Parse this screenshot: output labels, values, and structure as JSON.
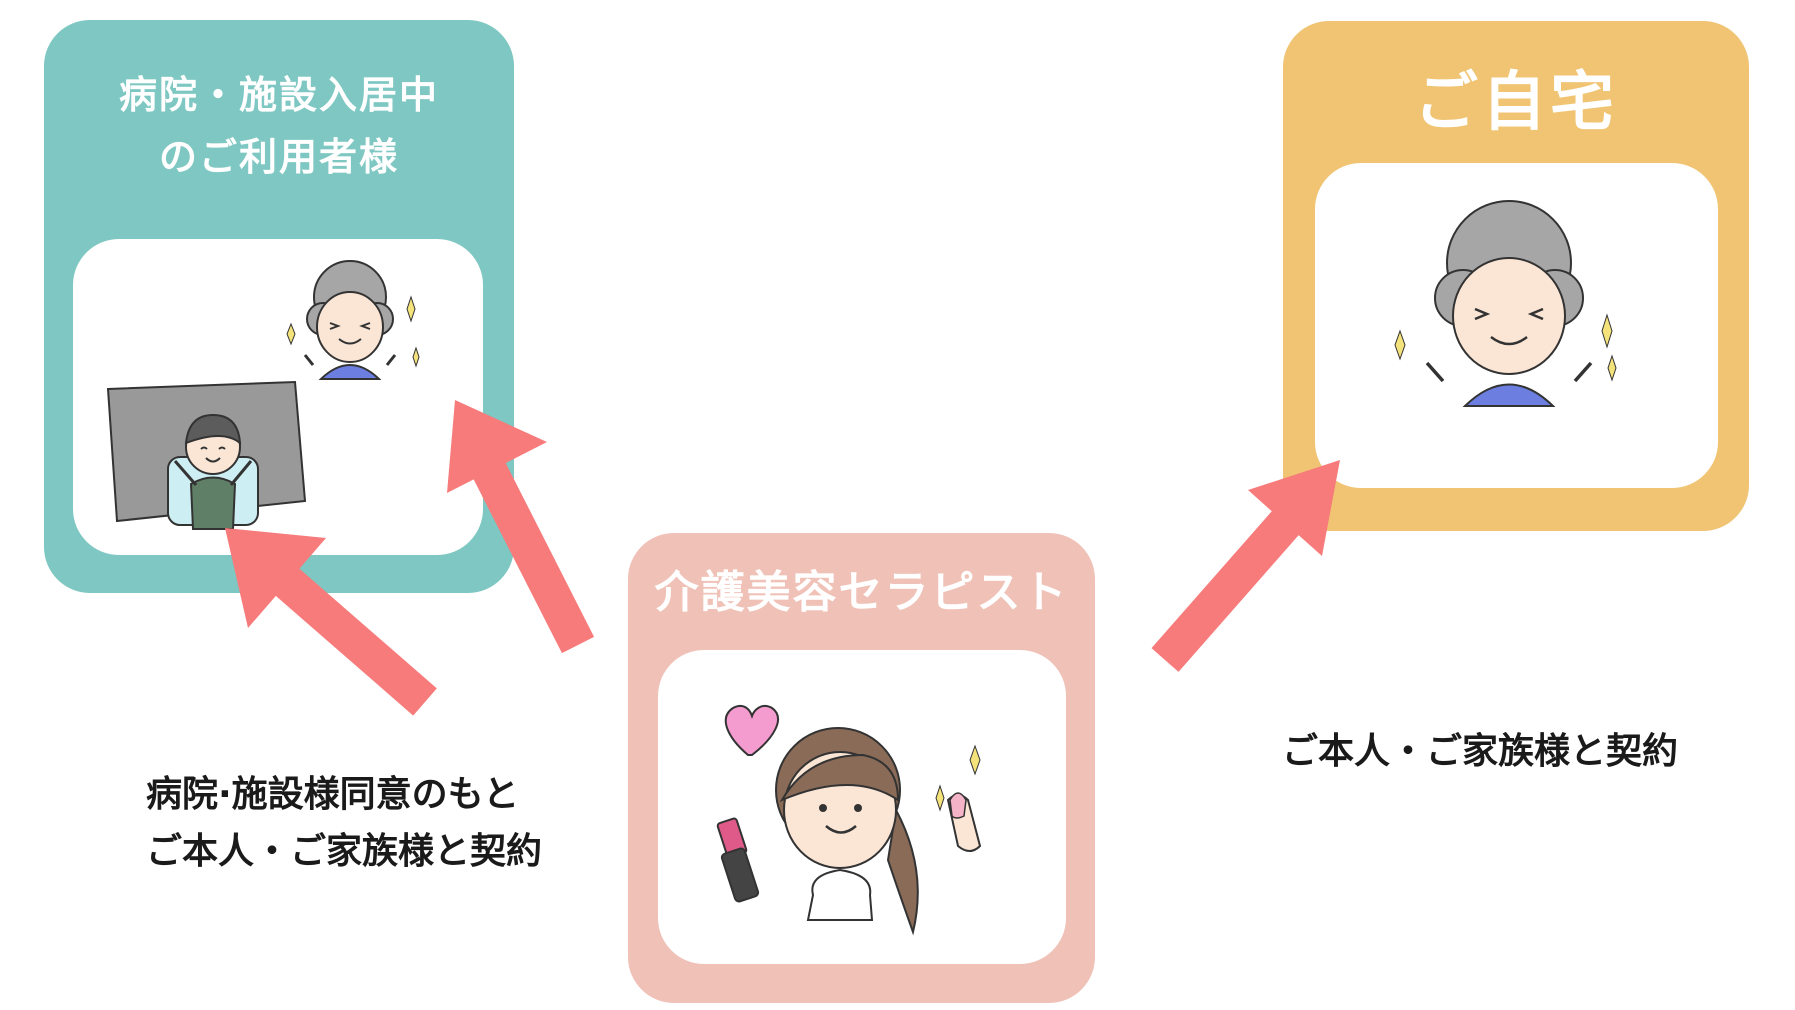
{
  "facility": {
    "title_line1": "病院・施設入居中",
    "title_line2": "のご利用者様",
    "color": "#7ec7c2"
  },
  "home": {
    "title": "ご自宅",
    "color": "#f0c473"
  },
  "therapist": {
    "title": "介護美容セラピスト",
    "color": "#f0c1b7"
  },
  "captions": {
    "facility_line1": "病院·施設様同意のもと",
    "facility_line2": "ご本人・ご家族様と契約",
    "home": "ご本人・ご家族様と契約"
  },
  "arrow_color": "#f77b7b"
}
